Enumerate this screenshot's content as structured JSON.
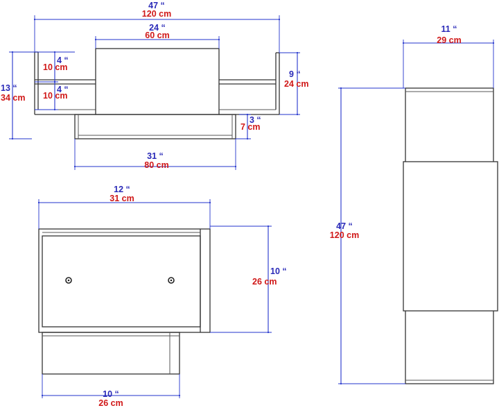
{
  "colors": {
    "imperial": "#2a2ab8",
    "metric": "#d01818",
    "dimension_line": "#2233cc",
    "outline": "#333333"
  },
  "front_view": {
    "overall_width": {
      "in": "47 “",
      "cm": "120 cm"
    },
    "center_box_width": {
      "in": "24 “",
      "cm": "60 cm"
    },
    "shelf_top_gap": {
      "in": "4 “",
      "cm": "10 cm"
    },
    "shelf_bottom_gap": {
      "in": "4 “",
      "cm": "10 cm"
    },
    "total_height": {
      "in": "13 “",
      "cm": "34 cm"
    },
    "side_height": {
      "in": "9 “",
      "cm": "24 cm"
    },
    "base_height": {
      "in": "3 “",
      "cm": "7 cm"
    },
    "base_width": {
      "in": "31 “",
      "cm": "80 cm"
    }
  },
  "side_view": {
    "overall_depth": {
      "in": "12 “",
      "cm": "31 cm"
    },
    "box_height": {
      "in": "10 “",
      "cm": "26 cm"
    },
    "base_depth": {
      "in": "10 “",
      "cm": "26 cm"
    }
  },
  "top_view": {
    "width": {
      "in": "11 “",
      "cm": "29 cm"
    },
    "length": {
      "in": "47 “",
      "cm": "120 cm"
    }
  }
}
